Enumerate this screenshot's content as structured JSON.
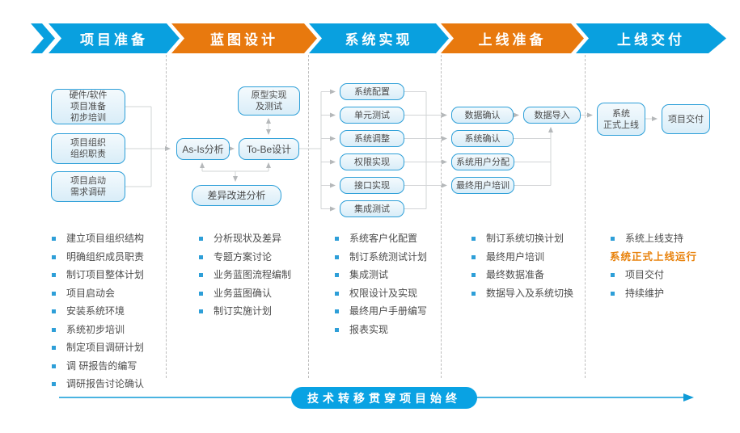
{
  "phases": [
    {
      "label": "项目准备"
    },
    {
      "label": "蓝图设计"
    },
    {
      "label": "系统实现"
    },
    {
      "label": "上线准备"
    },
    {
      "label": "上线交付"
    }
  ],
  "colors": {
    "phase_blue": "#09A0DF",
    "phase_orange": "#E8790E",
    "node_border": "#2D9FD8",
    "node_fill": "#DCEEF9",
    "connector_line": "#D2D4D6",
    "bullet_square": "#2E9FD8",
    "body_text": "#4D4D4D",
    "highlight_orange": "#E8820C",
    "footer_blue": "#09A2E3"
  },
  "flow": {
    "phase1_boxes": [
      "硬件/软件\n项目准备\n初步培训",
      "项目组织\n组织职责",
      "项目启动\n需求调研"
    ],
    "phase2_boxes": {
      "prototype": "原型实现\n及测试",
      "asis": "As-Is分析",
      "tobe": "To-Be设计",
      "gap": "差异改进分析"
    },
    "phase3_boxes": [
      "系统配置",
      "单元测试",
      "系统调整",
      "权限实现",
      "接口实现",
      "集成测试"
    ],
    "phase4_boxes": {
      "data_confirm": "数据确认",
      "data_import": "数据导入",
      "system_confirm": "系统确认",
      "user_assign": "系统用户分配",
      "user_training": "最终用户培训"
    },
    "phase5_boxes": {
      "golive": "系统\n正式上线",
      "delivery": "项目交付"
    }
  },
  "checklists": [
    {
      "items": [
        "建立项目组织结构",
        "明确组织成员职责",
        "制订项目整体计划",
        "项目启动会",
        "安装系统环境",
        "系统初步培训",
        "制定项目调研计划",
        "调 研报告的编写",
        "调研报告讨论确认"
      ]
    },
    {
      "items": [
        "分析现状及差异",
        "专题方案讨论",
        "业务蓝图流程编制",
        "业务蓝图确认",
        "制订实施计划"
      ]
    },
    {
      "items": [
        "系统客户化配置",
        "制订系统测试计划",
        "集成测试",
        "权限设计及实现",
        "最终用户手册编写",
        "报表实现"
      ]
    },
    {
      "items": [
        "制订系统切换计划",
        "最终用户培训",
        "最终数据准备",
        "数据导入及系统切换"
      ]
    },
    {
      "items": [
        "系统上线支持",
        "项目交付",
        "持续维护"
      ],
      "highlight": "系统正式上线运行"
    }
  ],
  "footer": {
    "arrow_label": "技术转移贯穿项目始终"
  }
}
